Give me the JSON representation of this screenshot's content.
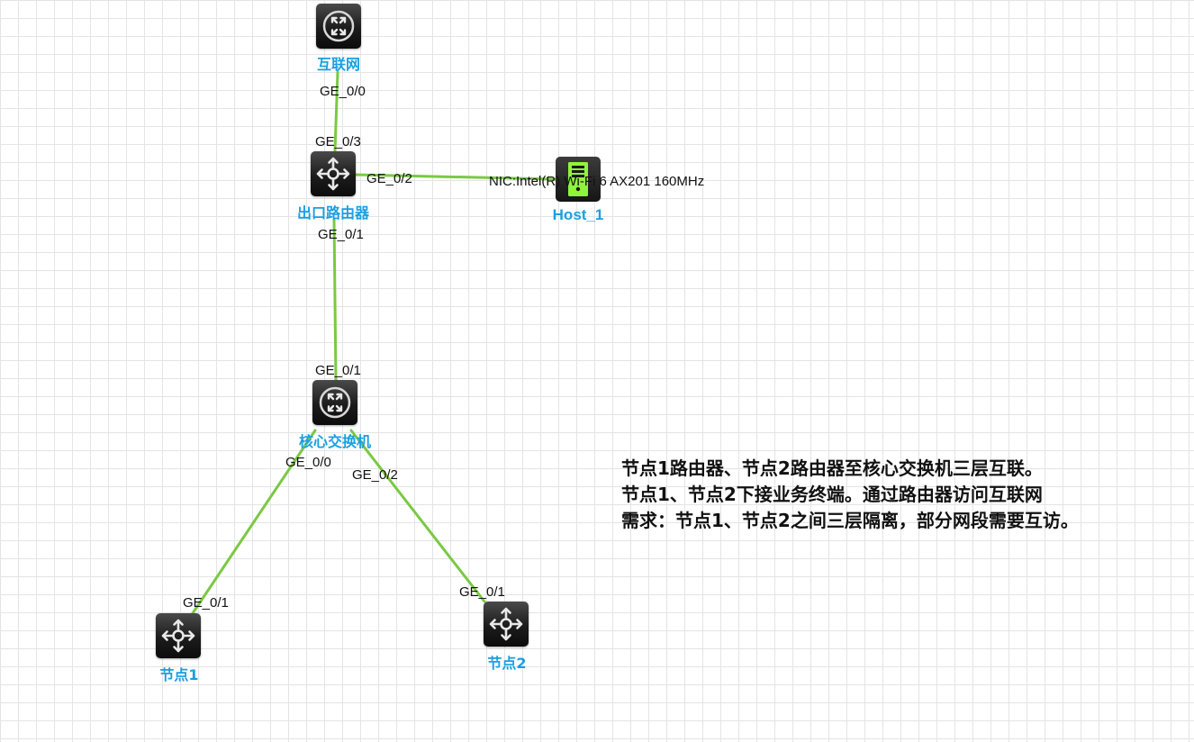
{
  "colors": {
    "link": "#7ac943",
    "label": "#1a9fe0",
    "host_icon": "#8ef53c"
  },
  "devices": {
    "internet": {
      "label": "互联网",
      "icon": "switch-icon"
    },
    "egress_router": {
      "label": "出口路由器",
      "icon": "router-icon"
    },
    "host": {
      "label": "Host_1",
      "icon": "host-pc-icon"
    },
    "core_switch": {
      "label": "核心交换机",
      "icon": "switch-icon"
    },
    "node1": {
      "label": "节点1",
      "icon": "router-icon"
    },
    "node2": {
      "label": "节点2",
      "icon": "router-icon"
    }
  },
  "ports": {
    "internet_ge00": "GE_0/0",
    "egress_ge03": "GE_0/3",
    "egress_ge02": "GE_0/2",
    "egress_ge01": "GE_0/1",
    "host_nic": "NIC:Intel(R) Wi-Fi 6 AX201 160MHz",
    "core_ge01": "GE_0/1",
    "core_ge00": "GE_0/0",
    "core_ge02": "GE_0/2",
    "node1_ge01": "GE_0/1",
    "node2_ge01": "GE_0/1"
  },
  "notes": [
    "节点1路由器、节点2路由器至核心交换机三层互联。",
    "节点1、节点2下接业务终端。通过路由器访问互联网",
    "需求：节点1、节点2之间三层隔离，部分网段需要互访。"
  ]
}
